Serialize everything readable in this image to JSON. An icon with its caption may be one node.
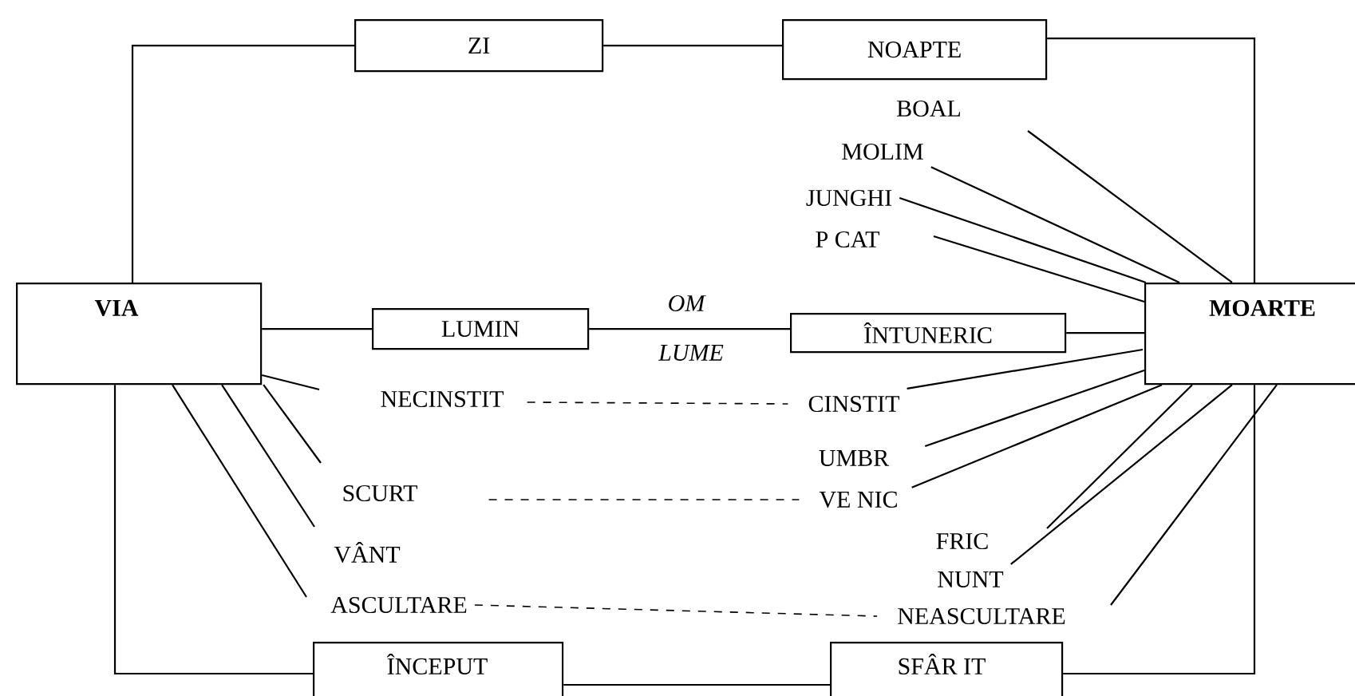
{
  "diagram": {
    "nodes": [
      {
        "text": [
          "ZI"
        ]
      },
      {
        "text": [
          "NOAPTE"
        ]
      },
      {
        "text": [
          "BOAL"
        ]
      },
      {
        "text": [
          "MOLIM"
        ]
      },
      {
        "text": [
          "JUNGHI"
        ]
      },
      {
        "text": [
          "P CAT"
        ]
      },
      {
        "text": [
          "VIA"
        ]
      },
      {
        "text": [
          "LUMIN"
        ]
      },
      {
        "text": [
          "ÎNTUNERIC"
        ]
      },
      {
        "text": [
          "MOARTE"
        ]
      },
      {
        "text": [
          "NECINSTIT"
        ]
      },
      {
        "text": [
          "CINSTIT"
        ]
      },
      {
        "text": [
          "UMBR"
        ]
      },
      {
        "text": [
          "SCURT"
        ]
      },
      {
        "text": [
          "VE NIC"
        ]
      },
      {
        "text": [
          "VÂNT"
        ]
      },
      {
        "text": [
          "FRIC"
        ]
      },
      {
        "text": [
          "NUNT"
        ]
      },
      {
        "text": [
          "ASCULTARE"
        ]
      },
      {
        "text": [
          "NEASCULTARE"
        ]
      },
      {
        "text": [
          "ÎNCEPUT"
        ]
      },
      {
        "text": [
          "SFÂR IT"
        ]
      }
    ],
    "edges": [
      {
        "from": 6,
        "to": 0,
        "arrow": "none"
      },
      {
        "from": 0,
        "to": 1,
        "arrow": "none"
      },
      {
        "from": 1,
        "to": 9,
        "arrow": "none"
      },
      {
        "from": 6,
        "to": 7,
        "arrow": "none"
      },
      {
        "from": 7,
        "to": 8,
        "arrow": "none",
        "label": "OM"
      },
      {
        "from": 8,
        "to": 9,
        "arrow": "none"
      },
      {
        "from": 6,
        "to": 20,
        "arrow": "none"
      },
      {
        "from": 20,
        "to": 21,
        "arrow": "none"
      },
      {
        "from": 21,
        "to": 9,
        "arrow": "none"
      },
      {
        "from": 9,
        "to": 2,
        "arrow": "none"
      },
      {
        "from": 9,
        "to": 3,
        "arrow": "none"
      },
      {
        "from": 9,
        "to": 4,
        "arrow": "none"
      },
      {
        "from": 9,
        "to": 5,
        "arrow": "none"
      },
      {
        "from": 6,
        "to": 10,
        "arrow": "none"
      },
      {
        "from": 6,
        "to": 13,
        "arrow": "none"
      },
      {
        "from": 6,
        "to": 15,
        "arrow": "none"
      },
      {
        "from": 6,
        "to": 18,
        "arrow": "none"
      },
      {
        "from": 9,
        "to": 11,
        "arrow": "none"
      },
      {
        "from": 9,
        "to": 12,
        "arrow": "none"
      },
      {
        "from": 9,
        "to": 14,
        "arrow": "none"
      },
      {
        "from": 9,
        "to": 16,
        "arrow": "none"
      },
      {
        "from": 9,
        "to": 17,
        "arrow": "none"
      },
      {
        "from": 9,
        "to": 19,
        "arrow": "none"
      },
      {
        "from": 10,
        "to": 11,
        "arrow": "none",
        "style": "dashed"
      },
      {
        "from": 13,
        "to": 14,
        "arrow": "none",
        "style": "dashed"
      },
      {
        "from": 18,
        "to": 19,
        "arrow": "none",
        "style": "dashed"
      }
    ],
    "labels": [
      "LUME"
    ]
  }
}
